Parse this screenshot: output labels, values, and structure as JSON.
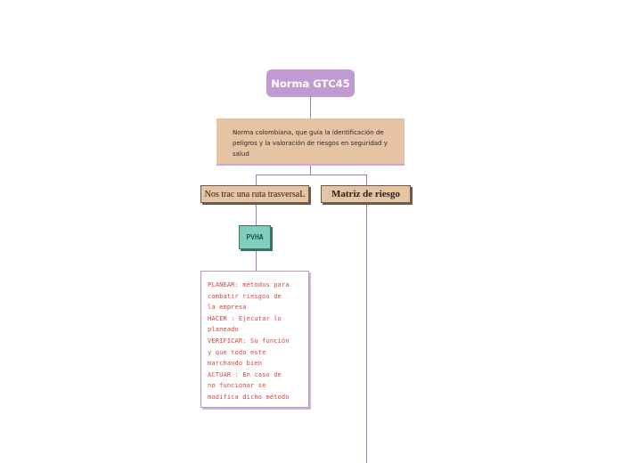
{
  "root": {
    "title": "Norma GTC45"
  },
  "description": {
    "lines": [
      "Norma colombiana,  que guía la identificación de",
      "peligros y la valoración de riesgos en seguridad y",
      "salud"
    ]
  },
  "topics": [
    {
      "label": "Nos trac una ruta trasversaL"
    },
    {
      "label": "Matriz de riesgo"
    }
  ],
  "pvha": {
    "label": "PVHA"
  },
  "note": {
    "lines": [
      "PLANEAR: métodos para",
      "combatir riesgos de",
      "la empresa",
      "HACER : Ejecutar lo",
      "planeado",
      "VERIFICAR: Su función",
      "y que todo este",
      "marchando bien",
      "ACTUAR : En caso de",
      "no funcionar se",
      "modifica dicho método"
    ]
  },
  "colors": {
    "root_fill": "#c29ad3",
    "topic_fill": "#e6c3a3",
    "pvha_fill": "#7fcfbd",
    "connector": "#a57ac6",
    "note_text": "#d2443d"
  }
}
